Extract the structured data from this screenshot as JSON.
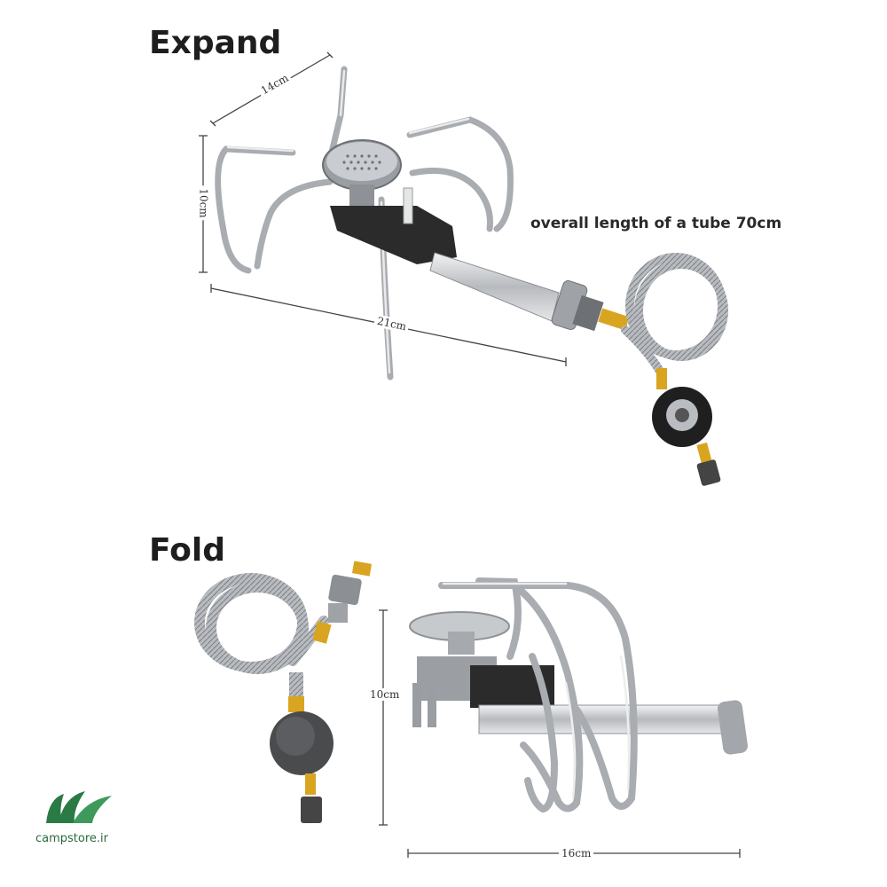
{
  "headings": {
    "expand": "Expand",
    "fold": "Fold"
  },
  "dimensions": {
    "expand_width": "14cm",
    "expand_height": "10cm",
    "expand_length": "21cm",
    "fold_height": "10cm",
    "fold_length": "16cm"
  },
  "note": "overall length of a tube 70cm",
  "brand": {
    "text": "campstore.ir",
    "color": "#2a7a45",
    "icon": "leaf-logo-icon"
  },
  "colors": {
    "steel": "#b9bcc0",
    "brass": "#d9a520",
    "dark": "#2b2b2b"
  }
}
